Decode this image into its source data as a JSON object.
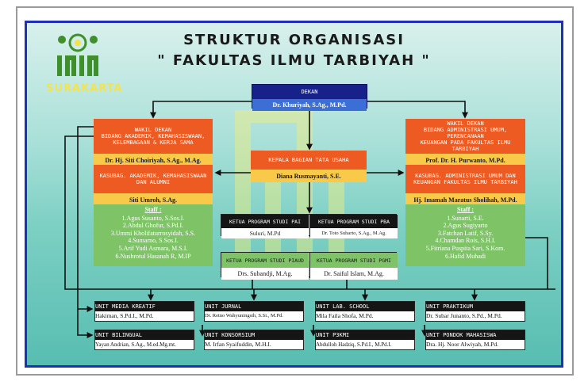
{
  "title": {
    "line1": "STRUKTUR ORGANISASI",
    "line2": "\" FAKULTAS ILMU TARBIYAH \""
  },
  "logo": {
    "text": "SURAKARTA"
  },
  "dekan": {
    "label": "DEKAN",
    "name": "Dr. Khuriyah, S.Ag., M.Pd."
  },
  "wakil_left": {
    "label_lines": [
      "WAKIL DEKAN",
      "BIDANG AKADEMIK, KEMAHASISWAAN,",
      "KELEMBAGAAN & KERJA SAMA"
    ],
    "name": "Dr. Hj. Siti Choiriyah, S.Ag., M.Ag."
  },
  "wakil_right": {
    "label_lines": [
      "WAKIL DEKAN",
      "BIDANG ADMINISTRASI UMUM, PERENCANAAN",
      "KEUANGAN PADA FAKULTAS ILMU TARBIYAH"
    ],
    "name": "Prof. Dr. H. Purwanto, M.Pd."
  },
  "kabag": {
    "label": "KEPALA BAGIAN TATA USAHA",
    "name": "Diana Rusmayanti, S.E."
  },
  "kasubag_left": {
    "label_lines": [
      "KASUBAG. AKADEMIK, KEMAHASISWAAN",
      "DAN ALUMNI"
    ],
    "name": "Siti Umroh, S.Ag."
  },
  "kasubag_right": {
    "label_lines": [
      "KASUBAG. ADMINISTRASI UMUM DAN",
      "KEUANGAN FAKULTAS ILMU TARBIYAH"
    ],
    "name": "Hj. Imamah Maratus Sholihah, M.Pd."
  },
  "staff_left": {
    "title": "Staff :",
    "items": [
      "1.Agus Susanto, S.Sos.I.",
      "2.Abdul Ghofur, S.Pd.I.",
      "3.Ummi Kholifaturrosyidah, S.S.",
      "4.Sumarno, S.Sos.I.",
      "5.Arif Yudi Asmara, M.S.I.",
      "6.Nushrotul Hasanah R, M.IP"
    ]
  },
  "staff_right": {
    "title": "Staff :",
    "items": [
      "1.Sunarti, S.E.",
      "2.Agus Sugiyarto",
      "3.Fatchan Latif, S.Sy.",
      "4.Chamdan Rois, S.H.I.",
      "5.Fitriana Puspita Sari, S.Kom.",
      "6.Hafid Muhadi"
    ]
  },
  "kaprodi": [
    {
      "label": "KETUA PROGRAM STUDI PAI",
      "name": "Suluri, M.Pd"
    },
    {
      "label": "KETUA PROGRAM STUDI PBA",
      "name": "Dr. Toto Suharto, S.Ag., M.Ag."
    },
    {
      "label": "KETUA PROGRAM STUDI PIAUD",
      "name": "Drs. Subandji, M.Ag."
    },
    {
      "label": "KETUA PROGRAM STUDI PGMI",
      "name": "Dr. Saiful Islam, M.Ag."
    }
  ],
  "units": [
    {
      "label": "UNIT MEDIA KREATIF",
      "name": "Hakiman, S.Pd.I., M.Pd."
    },
    {
      "label": "UNIT JURNAL",
      "name": "Dr. Retno Wahyuningsih, S.Si., M.Pd."
    },
    {
      "label": "UNIT LAB. SCHOOL",
      "name": "Mila Faila Shofa, M.Pd."
    },
    {
      "label": "UNIT PRAKTIKUM",
      "name": "Dr. Subar Junanto, S.Pd., M.Pd."
    },
    {
      "label": "UNIT BILINGUAL",
      "name": "Yayan Andrian, S.Ag., M.ed.Mg.mt."
    },
    {
      "label": "UNIT KONSORSIUM",
      "name": "M. Irfan Syaifuddin, M.H.I."
    },
    {
      "label": "UNIT P3KMI",
      "name": "Abdulloh Hadziq, S.Pd.I., M.Pd.I."
    },
    {
      "label": "UNIT PONDOK MAHASISWA",
      "name": "Dra. Hj. Noor Alwiyah, M.Pd."
    }
  ],
  "colors": {
    "navy": "#16228a",
    "orange": "#ee5b22",
    "yellow": "#f9c94a",
    "green": "#7ec467",
    "frame": "#1f30b8"
  }
}
